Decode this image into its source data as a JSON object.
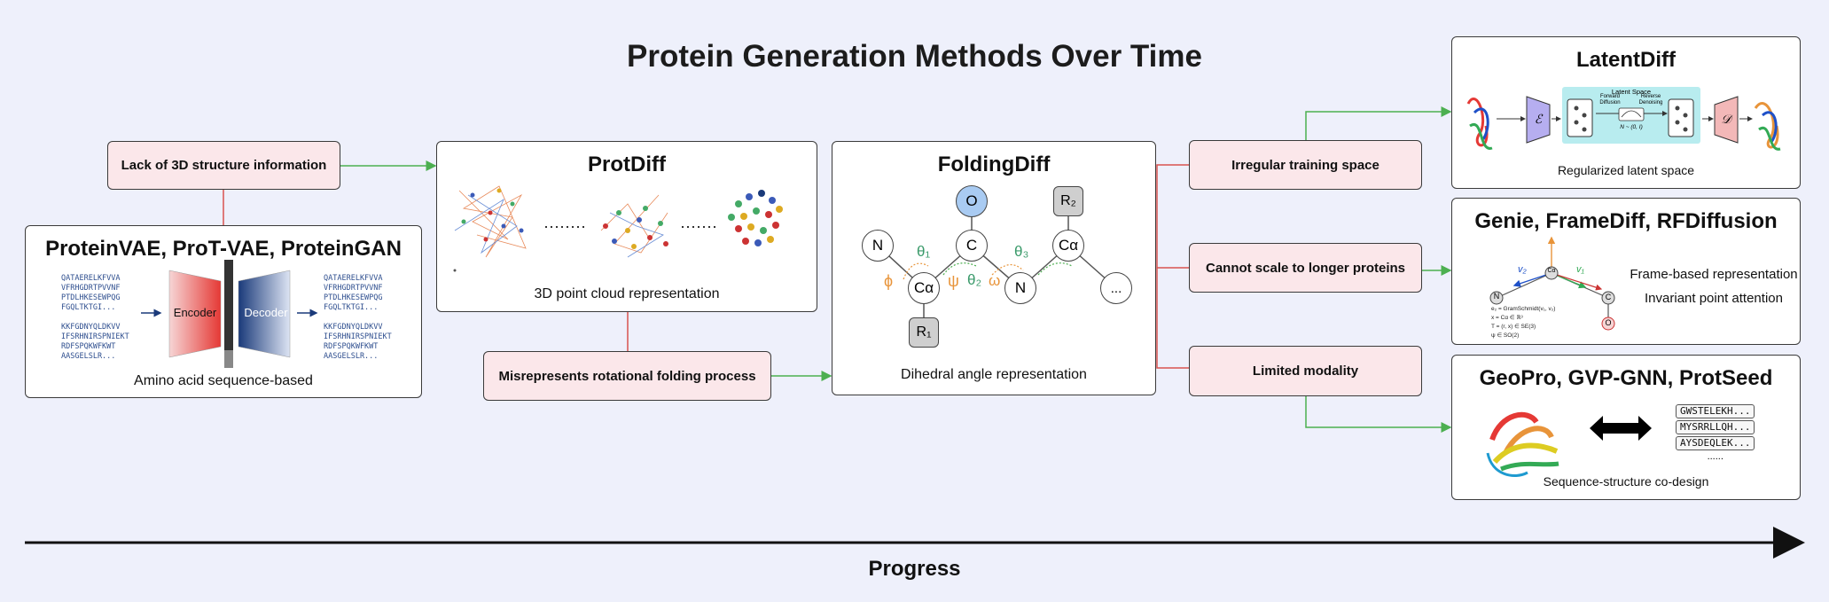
{
  "title": "Protein Generation Methods Over Time",
  "progress_label": "Progress",
  "boxes": {
    "vae": {
      "title": "ProteinVAE, ProT-VAE, ProteinGAN",
      "caption": "Amino acid sequence-based",
      "encoder_label": "Encoder",
      "decoder_label": "Decoder",
      "seq_left": "QATAERELKFVVA\nVFRHGDRTPVVNF\nPTDLHKESEWPQG\nFGQLTKTGI...\n\nKKFGDNYQLDKVV\nIFSRHNIRSPNIEKT\nRDFSPQKWFKWT\nAASGELSLR...",
      "seq_right": "QATAERELKFVVA\nVFRHGDRTPVVNF\nPTDLHKESEWPQG\nFGQLTKTGI...\n\nKKFGDNYQLDKVV\nIFSRHNIRSPNIEKT\nRDFSPQKWFKWT\nAASGELSLR..."
    },
    "protdiff": {
      "title": "ProtDiff",
      "caption": "3D point cloud representation"
    },
    "foldingdiff": {
      "title": "FoldingDiff",
      "caption": "Dihedral angle representation",
      "atoms": [
        "N",
        "Cα",
        "C",
        "O",
        "N",
        "Cα",
        "R₂",
        "R₁",
        "..."
      ],
      "angles": [
        "ϕ",
        "θ₁",
        "ψ",
        "θ₂",
        "ω",
        "θ₃"
      ]
    },
    "latentdiff": {
      "title": "LatentDiff",
      "caption": "Regularized latent space",
      "latent_space_label": "Latent Space",
      "forward_label": "Forward\nDiffusion",
      "reverse_label": "Reverse\nDenoising",
      "noise_label": "N ~ (0, I)",
      "enc_symbol": "ℰ",
      "dec_symbol": "𝒟"
    },
    "genie": {
      "title": "Genie, FrameDiff, RFDiffusion",
      "line1": "Frame-based representation",
      "line2": "Invariant point attention",
      "v2": "v₂",
      "v1": "v₁",
      "n_atom": "N",
      "c_atom": "C",
      "ca_atom": "Cα",
      "o_atom": "O",
      "formulas": [
        "e₂ = GramSchmidt(v₁, v₂)",
        "x = Cα ∈ ℝ³",
        "T = (r, x) ∈ SE(3)",
        "ψ ∈ SO(2)"
      ]
    },
    "geopro": {
      "title": "GeoPro, GVP-GNN, ProtSeed",
      "caption": "Sequence-structure co-design",
      "seqs": [
        "GWSTELEKH...",
        "MYSRRLLQH...",
        "AYSDEQLEK...",
        "......"
      ]
    }
  },
  "problems": {
    "lack3d": "Lack of 3D structure information",
    "misrep": "Misrepresents rotational folding process",
    "irregular": "Irregular training space",
    "scale": "Cannot scale to longer proteins",
    "modality": "Limited modality"
  },
  "colors": {
    "background": "#eef0fb",
    "problem_fill": "#fbe7ea",
    "red_connector": "#d9534f",
    "green_arrow": "#4caf50",
    "encoder": "#e53935",
    "decoder": "#1a3a7a",
    "latent_panel": "#b8ecef",
    "enc_block": "#b6aef0",
    "dec_block": "#f3b8b8"
  }
}
